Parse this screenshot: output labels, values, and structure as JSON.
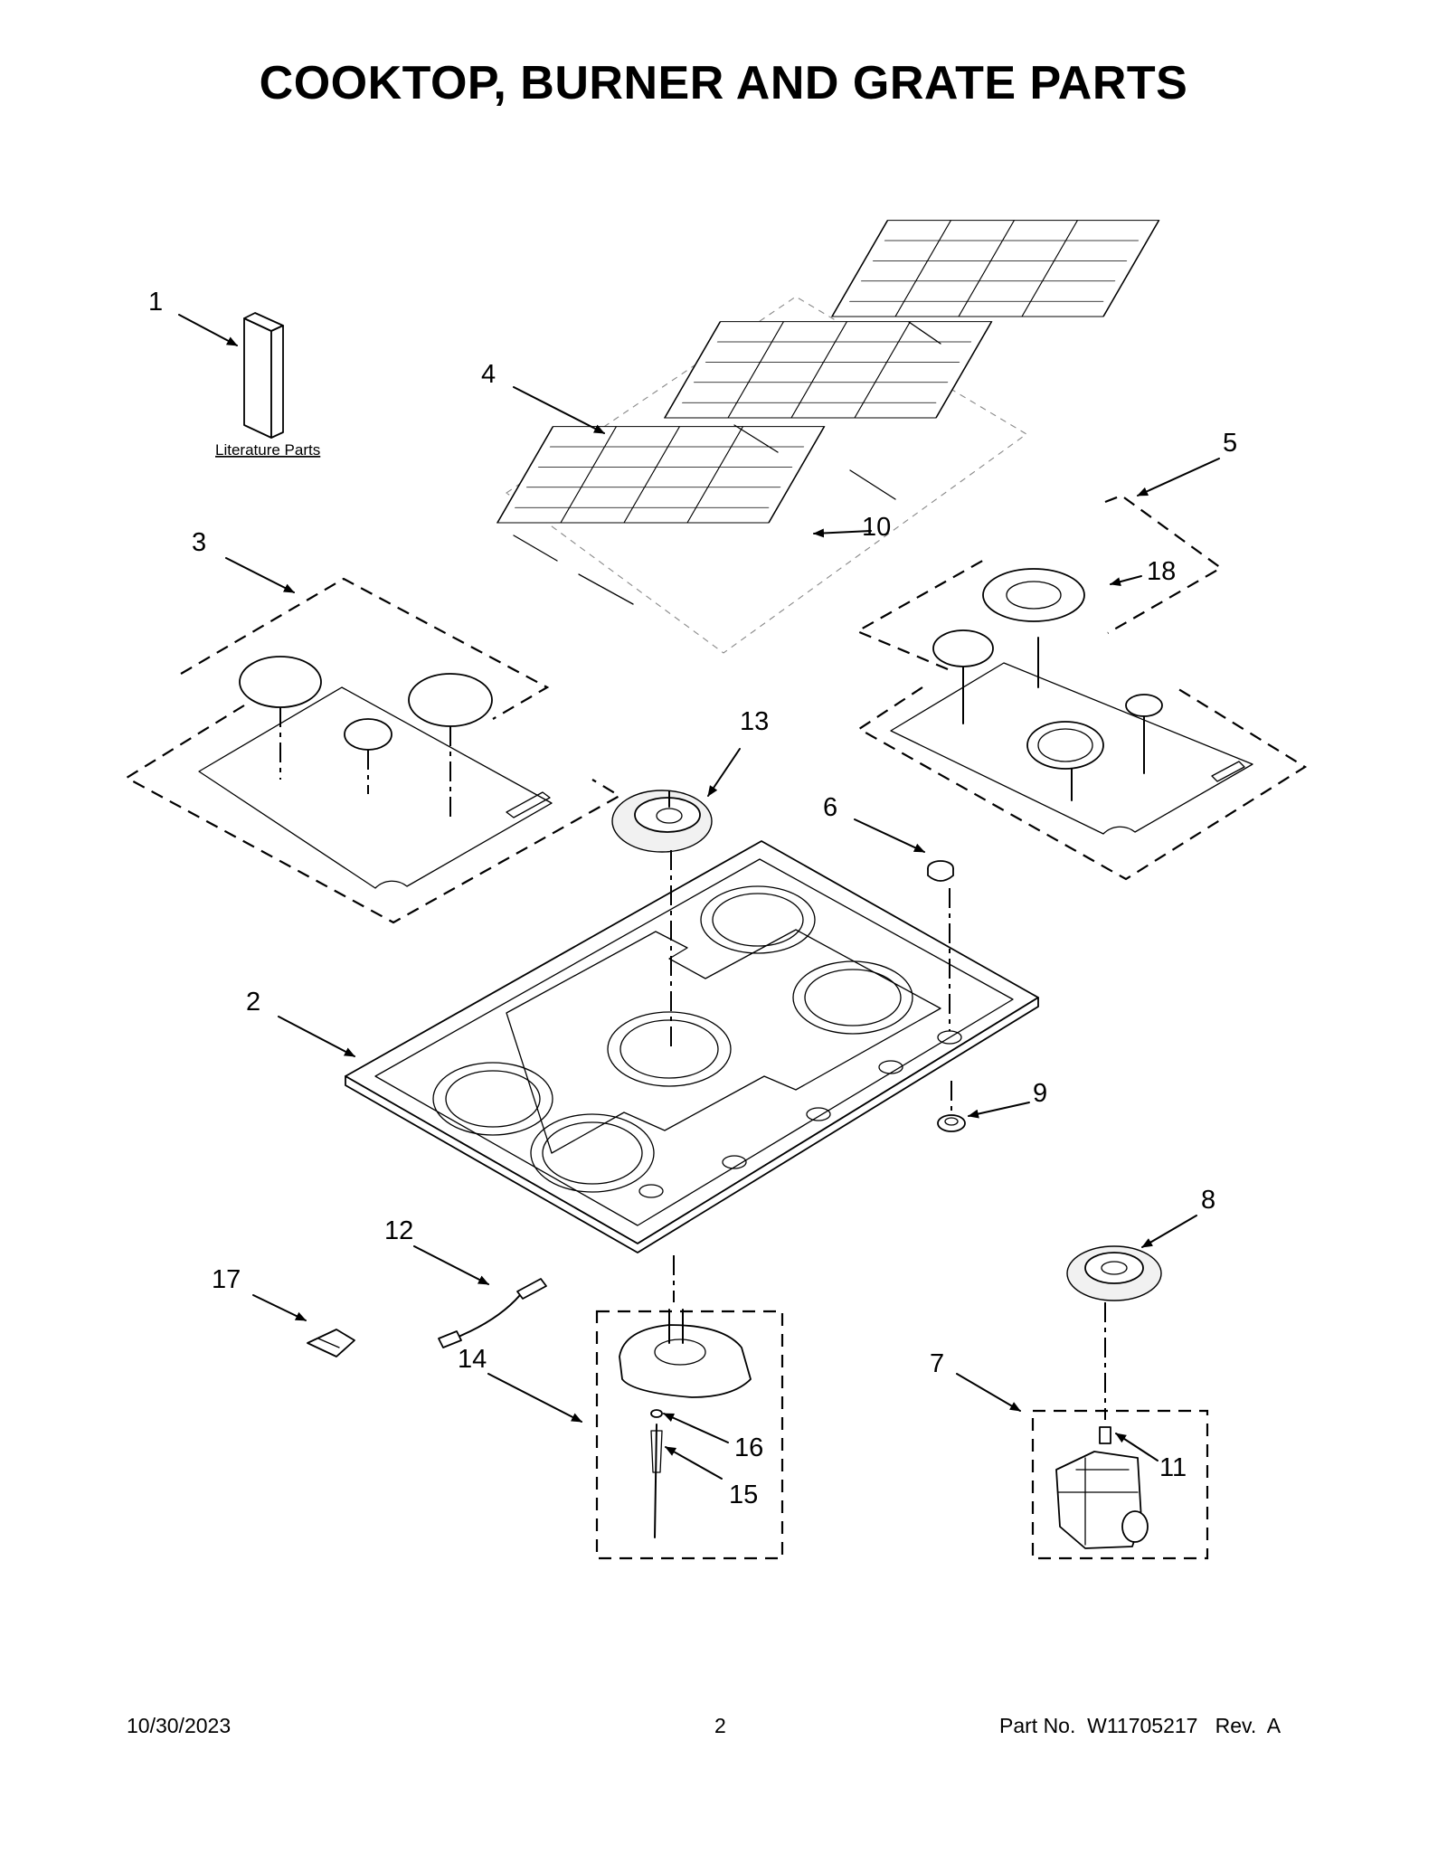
{
  "page": {
    "title": "COOKTOP, BURNER AND GRATE PARTS",
    "literature_label": "Literature Parts"
  },
  "callouts": [
    "1",
    "2",
    "3",
    "4",
    "5",
    "6",
    "7",
    "8",
    "9",
    "10",
    "11",
    "12",
    "13",
    "14",
    "15",
    "16",
    "17",
    "18"
  ],
  "footer": {
    "date": "10/30/2023",
    "page_number": "2",
    "part_number": "Part No.  W11705217   Rev.  A"
  }
}
